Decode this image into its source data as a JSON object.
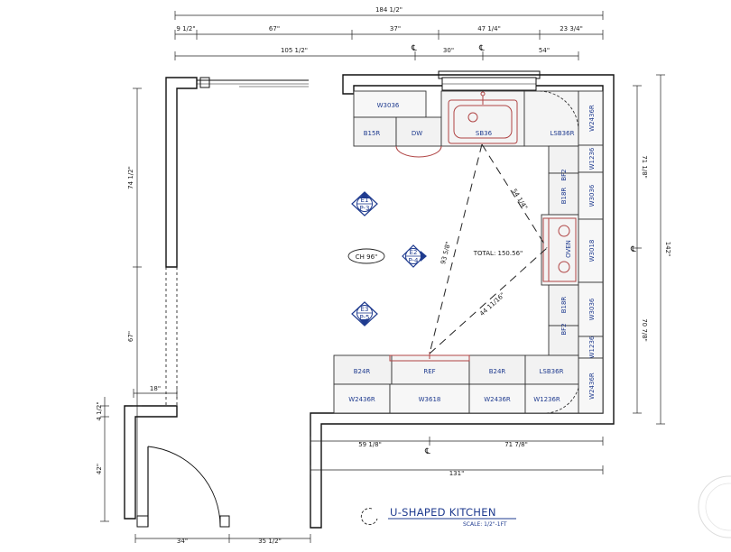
{
  "title": "U-SHAPED KITCHEN",
  "scale": "SCALE: 1/2\"-1FT",
  "dimensions": {
    "overall_top": "184 1/2\"",
    "top_9_half": "9 1/2\"",
    "top_67": "67\"",
    "top_37": "37\"",
    "top_47_quarter": "47 1/4\"",
    "top_23_three_quarter": "23 3/4\"",
    "top_105_half": "105 1/2\"",
    "top_30": "30\"",
    "top_54": "54\"",
    "left_74_half": "74 1/2\"",
    "left_67": "67\"",
    "left_18": "18\"",
    "left_4_half": "4 1/2\"",
    "left_42": "42\"",
    "bottom_34": "34\"",
    "bottom_35_half": "35 1/2\"",
    "bottom_59": "59 1/8\"",
    "bottom_71": "71 7/8\"",
    "bottom_131": "131\"",
    "right_71": "71 1/8\"",
    "right_142": "142\"",
    "right_70": "70 7/8\""
  },
  "cabinets": {
    "w3036_top": "W3036",
    "b15r": "B15R",
    "dw": "DW",
    "sb36": "SB36",
    "lsb36r_top": "LSB36R",
    "w2436r_right": "W2436R",
    "w1236_top": "W1236",
    "bf2_top": "BF2",
    "b18r_top": "B18R",
    "w3036_right": "W3036",
    "oven": "OVEN",
    "w3018": "W3018",
    "b18r_bottom": "B18R",
    "bf2_bottom": "BF2",
    "w3036_bottom_right": "W3036",
    "w1236_bottom": "W1236",
    "lsb36r_bottom": "LSB36R",
    "w2436r_right_bottom": "W2436R",
    "b24r_left": "B24R",
    "ref": "REF",
    "b24r_right": "B24R",
    "w2436r_left": "W2436R",
    "w3618": "W3618",
    "w2436r_mid": "W2436R",
    "w1236r": "W1236R"
  },
  "triangle": {
    "total": "TOTAL: 150.56\"",
    "side_sink_oven": "54 1/4\"",
    "side_sink_ref": "93 5/8\"",
    "side_ref_oven": "44 11/16\""
  },
  "markers": {
    "e1_top": "E1",
    "e1_bottom": "P-3",
    "e2_top": "E2",
    "e2_bottom": "P-4",
    "e3_top": "E3",
    "e3_bottom": "P-5",
    "ceiling": "CH 96\""
  },
  "colors": {
    "navy": "#1f3b8f",
    "appliance_red": "#b04545",
    "wall": "#111111"
  }
}
